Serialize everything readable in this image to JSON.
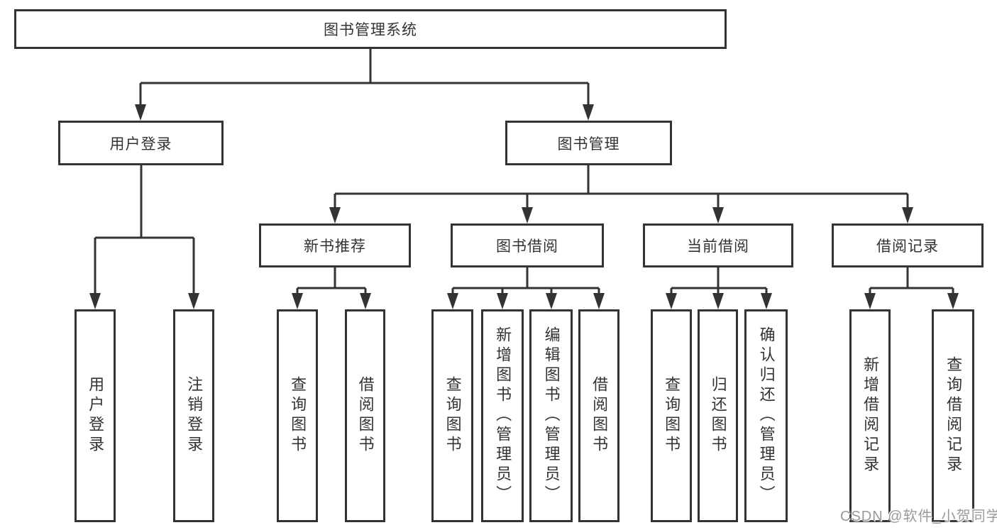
{
  "diagram": {
    "root": "图书管理系统",
    "level2": {
      "user_login": {
        "label": "用户登录",
        "children": [
          "用户登录",
          "注销登录"
        ]
      },
      "book_management": {
        "label": "图书管理",
        "modules": {
          "new_book_recommend": {
            "label": "新书推荐",
            "children": [
              "查询图书",
              "借阅图书"
            ]
          },
          "book_borrow": {
            "label": "图书借阅",
            "children": [
              "查询图书",
              "新增图书（管理员）",
              "编辑图书（管理员）",
              "借阅图书"
            ]
          },
          "current_borrow": {
            "label": "当前借阅",
            "children": [
              "查询图书",
              "归还图书",
              "确认归还（管理员）"
            ]
          },
          "borrow_record": {
            "label": "借阅记录",
            "children": [
              "新增借阅记录",
              "查询借阅记录"
            ]
          }
        }
      }
    }
  },
  "watermark": {
    "text": "CSDN @软件_小贺同学"
  },
  "colors": {
    "line": "#333333",
    "text": "#333333",
    "background": "#ffffff",
    "watermark": "#9a9a9a"
  }
}
